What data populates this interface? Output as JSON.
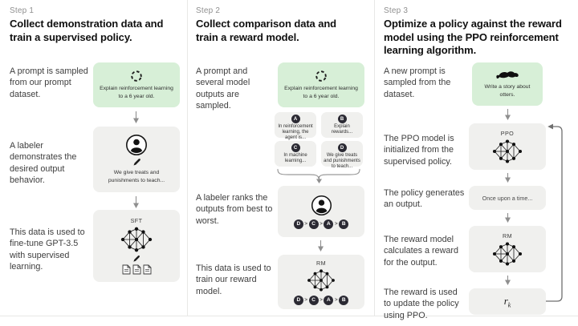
{
  "colors": {
    "green_box": "#d7efd7",
    "gray_box": "#f0f0ee",
    "badge": "#2b2a33",
    "divider": "#e8e8e6",
    "title_text": "#101010",
    "caption_text": "#3e3e3e",
    "step_label_text": "#8f8f8f",
    "arrow": "#8f8f8f"
  },
  "steps": [
    {
      "label": "Step 1",
      "title": "Collect demonstration data and train a supervised policy.",
      "captions": [
        "A prompt is sampled from our prompt dataset.",
        "A labeler demonstrates the desired output behavior.",
        "This data is used to fine-tune GPT-3.5 with supervised learning."
      ],
      "prompt": {
        "icon": "sample-icon",
        "text": "Explain reinforcement learning to a 6 year old."
      },
      "demonstration": {
        "icon": "labeler-icon",
        "pencil_icon": "pencil-icon",
        "text": "We give treats and punishments to teach..."
      },
      "model": {
        "label": "SFT",
        "icon": "network-icon",
        "doc_icon": "document-icon"
      }
    },
    {
      "label": "Step 2",
      "title": "Collect comparison data and train a reward model.",
      "captions": [
        "A prompt and several model outputs are sampled.",
        "A labeler ranks the outputs from best to worst.",
        "This data is used to train our reward model."
      ],
      "prompt": {
        "icon": "sample-icon",
        "text": "Explain reinforcement learning to a 6 year old."
      },
      "outputs": [
        {
          "badge": "A",
          "text": "In reinforcement learning, the agent is..."
        },
        {
          "badge": "B",
          "text": "Explain rewards..."
        },
        {
          "badge": "C",
          "text": "In machine learning..."
        },
        {
          "badge": "D",
          "text": "We give treats and punishments to teach..."
        }
      ],
      "ranking": {
        "order": [
          "D",
          "C",
          "A",
          "B"
        ],
        "separator": ">"
      },
      "model": {
        "label": "RM",
        "icon": "network-icon"
      }
    },
    {
      "label": "Step 3",
      "title": "Optimize a policy against the reward model using the PPO reinforcement learning algorithm.",
      "captions": [
        "A new prompt is sampled from the dataset.",
        "The PPO model is initialized from the supervised policy.",
        "The policy generates an output.",
        "The reward model calculates a reward for the output.",
        "The reward is used to update the policy using PPO."
      ],
      "prompt": {
        "icon": "otter-icon",
        "text": "Write a story about otters."
      },
      "policy": {
        "label": "PPO",
        "icon": "network-icon"
      },
      "output": {
        "text": "Once upon a time..."
      },
      "reward_model": {
        "label": "RM",
        "icon": "network-icon"
      },
      "reward": {
        "base": "r",
        "sub": "k"
      }
    }
  ]
}
